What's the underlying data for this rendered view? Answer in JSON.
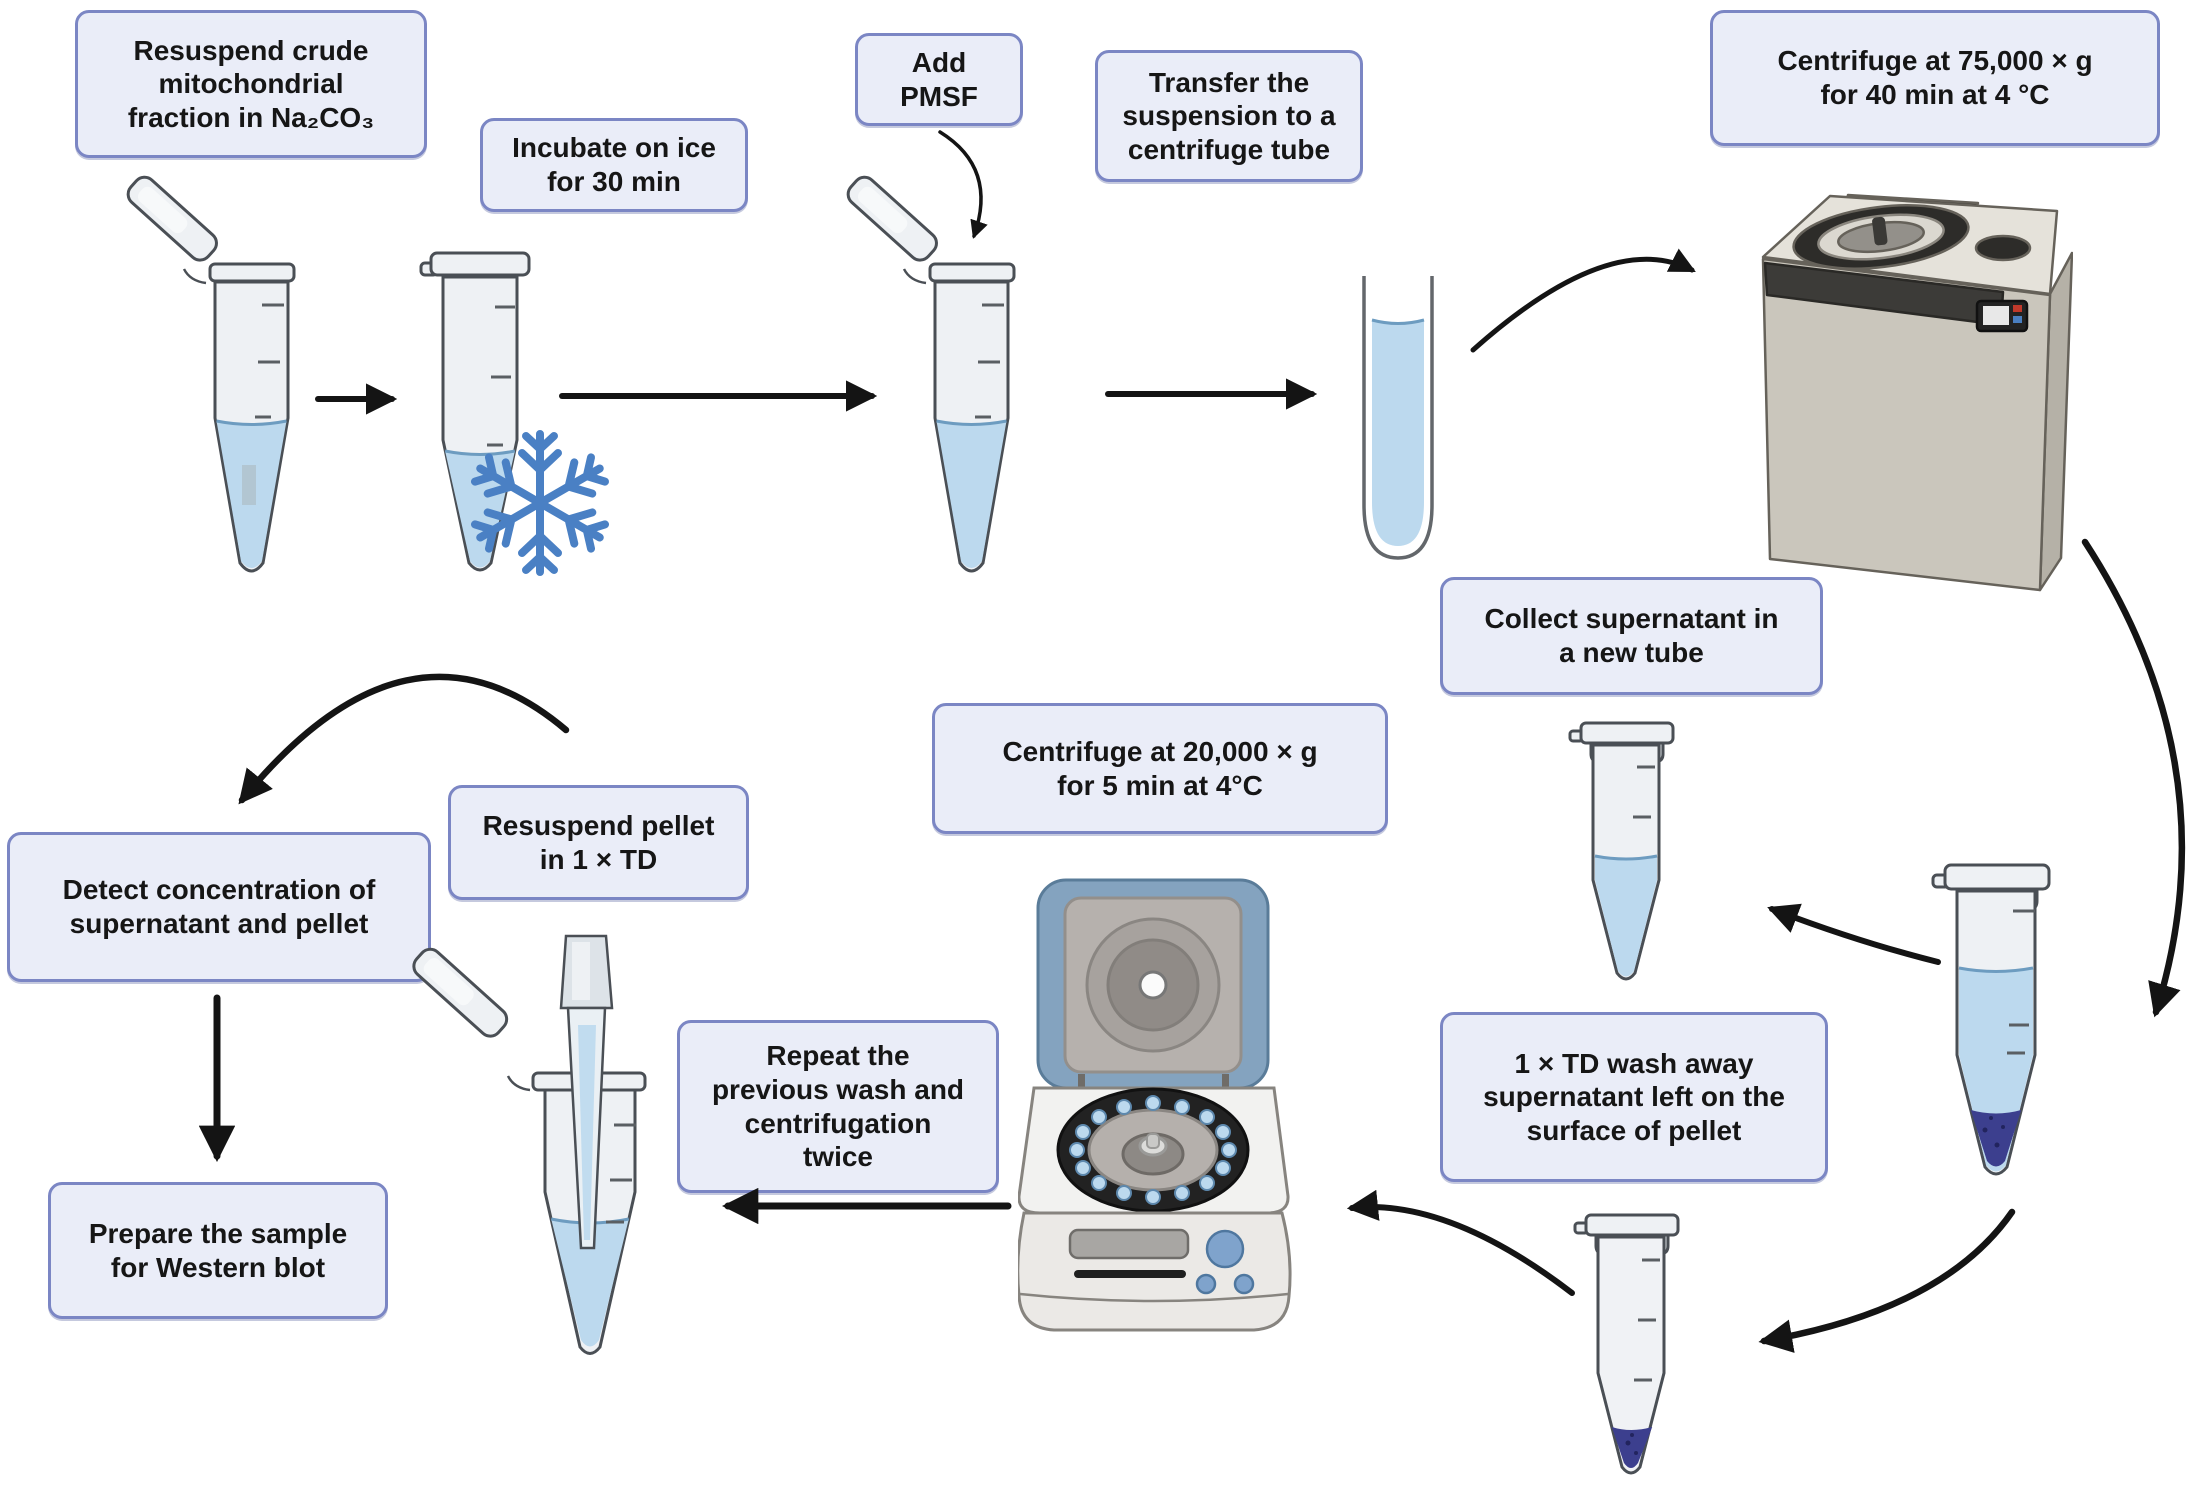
{
  "figure": {
    "background": "#ffffff",
    "description": "Mitochondrial membrane protein extraction protocol flow diagram"
  },
  "steps": {
    "resuspend": "Resuspend crude\nmitochondrial\nfraction in Na₂CO₃",
    "incubate": "Incubate on ice\nfor 30 min",
    "pmsf": "Add PMSF",
    "transfer": "Transfer the\nsuspension to a\ncentrifuge tube",
    "spin75k": "Centrifuge at 75,000 × g\nfor 40 min at 4 °C",
    "collect": "Collect supernatant in\na new tube",
    "spin20k": "Centrifuge at 20,000 × g\nfor 5 min at 4°C",
    "wash": "1 × TD wash away\nsupernatant left on the\nsurface of pellet",
    "repeat": "Repeat the\nprevious wash and\ncentrifugation\ntwice",
    "resuspend_pellet": "Resuspend pellet\nin 1 × TD",
    "detect": "Detect concentration of\nsupernatant and pellet",
    "western": "Prepare the sample\nfor Western blot"
  },
  "icons": {
    "snowflake": "snowflake-icon",
    "microtube_open": "open microcentrifuge tube with blue suspension",
    "microtube_closed": "closed microcentrifuge tube with blue suspension",
    "centrifuge_tube": "round-bottom centrifuge tube with blue suspension",
    "ultracentrifuge": "floor ultracentrifuge machine",
    "benchtop_centrifuge": "benchtop microcentrifuge with open lid",
    "pellet_tube": "tube with supernatant and dark pellet",
    "pipette_tube": "pipette tip resuspending pellet in open tube"
  },
  "colors": {
    "accent": "#7b86c4",
    "box-fill": "#eaedf8",
    "text": "#161616",
    "arrow": "#141414",
    "liquid": "#bcd9ee",
    "liquid-edge": "#6d9cc0",
    "pellet": "#3c3f8e",
    "tube-fill": "#eef1f4",
    "tube-stroke": "#4a4f55",
    "snowflake": "#4a80c4"
  }
}
